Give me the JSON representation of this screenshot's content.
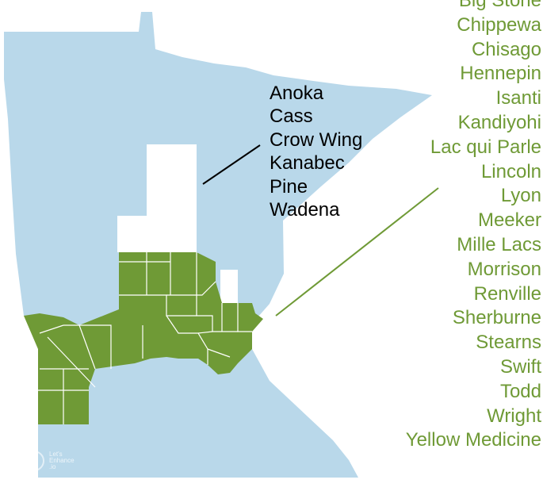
{
  "colors": {
    "state_fill": "#b9d8ea",
    "highlight_fill": "#6f9a36",
    "unselected_fill": "#ffffff",
    "county_border": "#ffffff",
    "black_text": "#000000",
    "green_text": "#6f9a36"
  },
  "map": {
    "state": "Minnesota",
    "black_group": {
      "label_color": "#000000",
      "counties": [
        "Anoka",
        "Cass",
        "Crow Wing",
        "Kanabec",
        "Pine",
        "Wadena"
      ]
    },
    "green_group": {
      "label_color": "#6f9a36",
      "counties": [
        "Big Stone",
        "Chippewa",
        "Chisago",
        "Hennepin",
        "Isanti",
        "Kandiyohi",
        "Lac qui Parle",
        "Lincoln",
        "Lyon",
        "Meeker",
        "Mille Lacs",
        "Morrison",
        "Renville",
        "Sherburne",
        "Stearns",
        "Swift",
        "Todd",
        "Wright",
        "Yellow Medicine"
      ]
    }
  },
  "watermark": {
    "line1": "Let's",
    "line2": "Enhance",
    "line3": ".io"
  }
}
